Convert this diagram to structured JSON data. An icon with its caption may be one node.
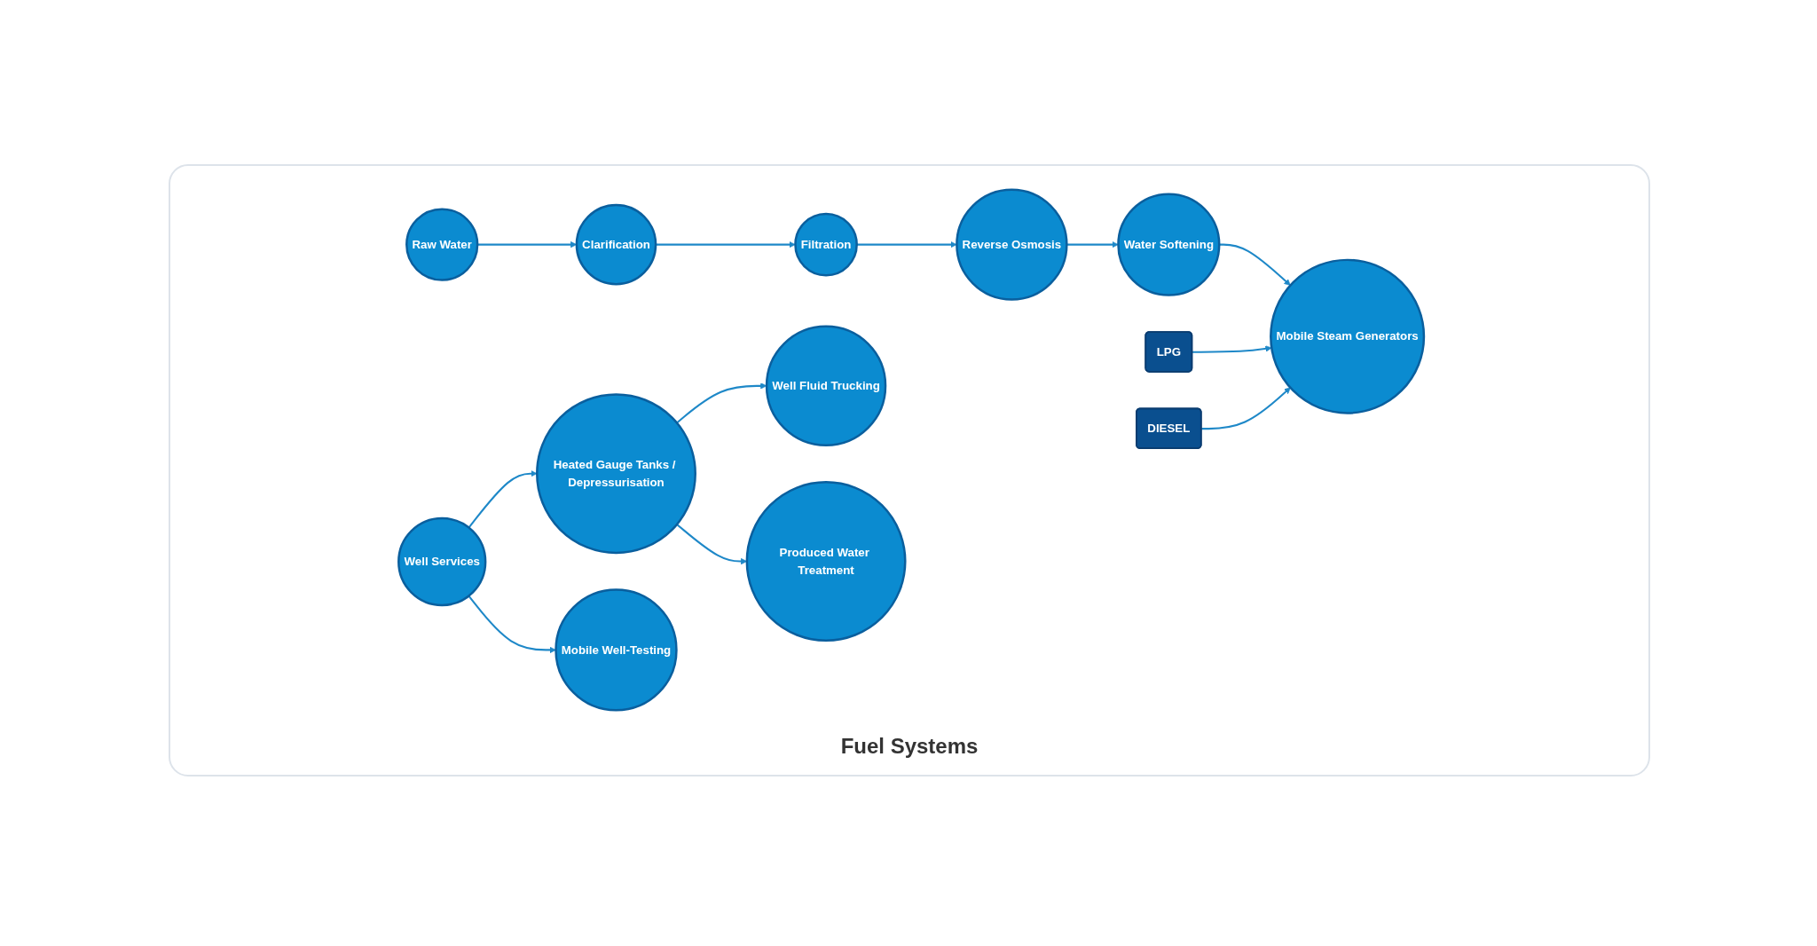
{
  "diagram": {
    "nodes": [
      {
        "text": [
          "Raw Water"
        ]
      },
      {
        "text": [
          "Clarification"
        ]
      },
      {
        "text": [
          "Filtration"
        ]
      },
      {
        "text": [
          "Reverse Osmosis"
        ]
      },
      {
        "text": [
          "Water Softening"
        ]
      },
      {
        "text": [
          "Mobile Steam Generators"
        ]
      },
      {
        "text": [
          "LPG"
        ]
      },
      {
        "text": [
          "DIESEL"
        ]
      },
      {
        "text": [
          "Well Services"
        ]
      },
      {
        "text": [
          "Heated Gauge Tanks / Depressurisation"
        ]
      },
      {
        "text": [
          "Mobile Well-Testing"
        ]
      },
      {
        "text": [
          "Well Fluid Trucking"
        ]
      },
      {
        "text": [
          "Produced Water Treatment"
        ]
      }
    ],
    "edges": [
      {
        "from": 0,
        "to": 1,
        "arrow": "to"
      },
      {
        "from": 1,
        "to": 2,
        "arrow": "to"
      },
      {
        "from": 2,
        "to": 3,
        "arrow": "to"
      },
      {
        "from": 3,
        "to": 4,
        "arrow": "to"
      },
      {
        "from": 4,
        "to": 5,
        "arrow": "to"
      },
      {
        "from": 6,
        "to": 5,
        "arrow": "to"
      },
      {
        "from": 7,
        "to": 5,
        "arrow": "to"
      },
      {
        "from": 8,
        "to": 9,
        "arrow": "to"
      },
      {
        "from": 8,
        "to": 10,
        "arrow": "to"
      },
      {
        "from": 9,
        "to": 11,
        "arrow": "to"
      },
      {
        "from": 9,
        "to": 12,
        "arrow": "to"
      }
    ],
    "labels": [
      "Fuel Systems"
    ]
  }
}
